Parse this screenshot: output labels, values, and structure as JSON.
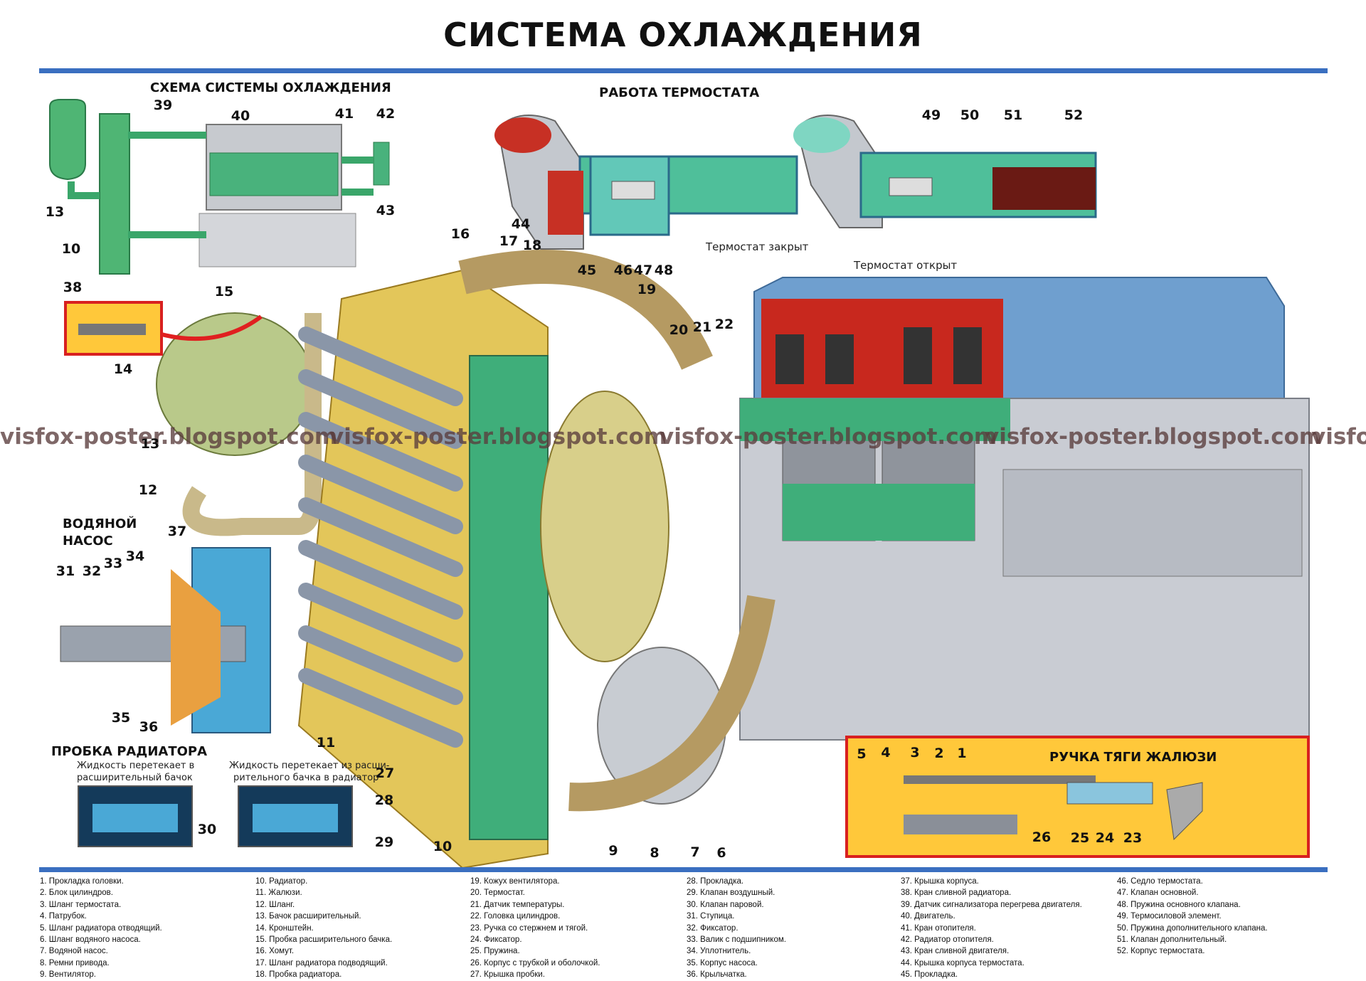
{
  "title": "СИСТЕМА ОХЛАЖДЕНИЯ",
  "sections": {
    "scheme": "СХЕМА СИСТЕМЫ ОХЛАЖДЕНИЯ",
    "thermostat": "РАБОТА ТЕРМОСТАТА",
    "pump_line1": "ВОДЯНОЙ",
    "pump_line2": "НАСОС",
    "cap": "ПРОБКА РАДИАТОРА",
    "handle": "РУЧКА ТЯГИ ЖАЛЮЗИ"
  },
  "captions": {
    "thermo_closed": "Термостат закрыт",
    "thermo_open": "Термостат открыт",
    "cap_left_1": "Жидкость перетекает в",
    "cap_left_2": "расширительный бачок",
    "cap_right_1": "Жидкость перетекает из расши-",
    "cap_right_2": "рительного бачка в радиатор"
  },
  "watermark": "visfox-poster.blogspot.com",
  "watermark_partial": "visfo",
  "colors": {
    "accent": "#3a6fc0",
    "coolant": "#3fae7a",
    "hot": "#c8281e",
    "panel": "#ffc83a",
    "engine_head": "#6f9fcf",
    "block": "#c9ccd3",
    "radiator": "#e3c65a"
  },
  "legend": [
    "1. Прокладка головки.",
    "2. Блок цилиндров.",
    "3. Шланг термостата.",
    "4. Патрубок.",
    "5. Шланг радиатора отводящий.",
    "6. Шланг водяного насоса.",
    "7. Водяной насос.",
    "8. Ремни привода.",
    "9. Вентилятор.",
    "10. Радиатор.",
    "11. Жалюзи.",
    "12. Шланг.",
    "13. Бачок расширительный.",
    "14. Кронштейн.",
    "15. Пробка расширительного бачка.",
    "16. Хомут.",
    "17. Шланг радиатора подводящий.",
    "18. Пробка радиатора.",
    "19. Кожух вентилятора.",
    "20. Термостат.",
    "21. Датчик температуры.",
    "22. Головка цилиндров.",
    "23. Ручка со стержнем и тягой.",
    "24. Фиксатор.",
    "25. Пружина.",
    "26. Корпус с трубкой и оболочкой.",
    "27. Крышка пробки.",
    "28. Прокладка.",
    "29. Клапан воздушный.",
    "30. Клапан паровой.",
    "31. Ступица.",
    "32. Фиксатор.",
    "33. Валик с подшипником.",
    "34. Уплотнитель.",
    "35. Корпус насоса.",
    "36. Крыльчатка.",
    "37. Крышка корпуса.",
    "38. Кран сливной радиатора.",
    "39. Датчик сигнализатора перегрева двигателя.",
    "40. Двигатель.",
    "41. Кран отопителя.",
    "42. Радиатор отопителя.",
    "43. Кран сливной двигателя.",
    "44. Крышка корпуса термостата.",
    "45. Прокладка.",
    "46. Седло термостата.",
    "47. Клапан основной.",
    "48. Пружина основного клапана.",
    "49. Термосиловой элемент.",
    "50. Пружина дополнительного клапана.",
    "51. Клапан дополнительный.",
    "52. Корпус термостата."
  ],
  "callouts": {
    "n1": "1",
    "n2": "2",
    "n3": "3",
    "n4": "4",
    "n5": "5",
    "n6": "6",
    "n7": "7",
    "n8": "8",
    "n9": "9",
    "n10a": "10",
    "n10b": "10",
    "n11": "11",
    "n12": "12",
    "n13a": "13",
    "n13b": "13",
    "n14": "14",
    "n15": "15",
    "n16": "16",
    "n17": "17",
    "n18": "18",
    "n19": "19",
    "n20": "20",
    "n21": "21",
    "n22": "22",
    "n23": "23",
    "n24": "24",
    "n25": "25",
    "n26": "26",
    "n27": "27",
    "n28": "28",
    "n29": "29",
    "n30": "30",
    "n31": "31",
    "n32": "32",
    "n33": "33",
    "n34": "34",
    "n35": "35",
    "n36": "36",
    "n37": "37",
    "n38": "38",
    "n39": "39",
    "n40": "40",
    "n41": "41",
    "n42": "42",
    "n43": "43",
    "n44": "44",
    "n45": "45",
    "n46": "46",
    "n47": "47",
    "n48": "48",
    "n49": "49",
    "n50": "50",
    "n51": "51",
    "n52": "52"
  }
}
